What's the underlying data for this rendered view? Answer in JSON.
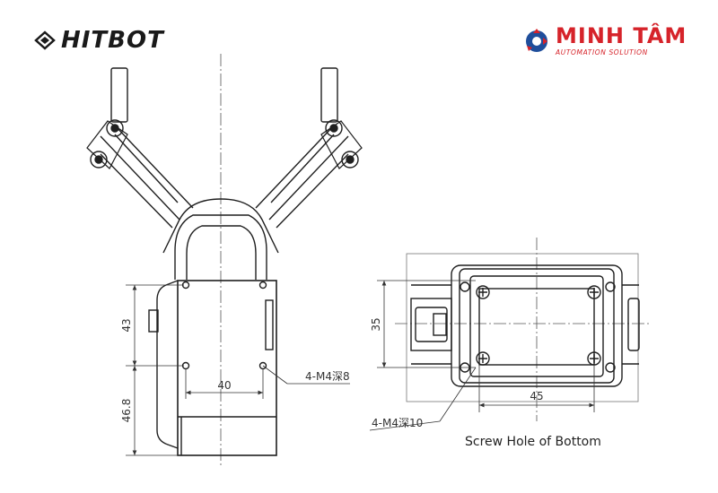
{
  "brand_left": {
    "name": "HITBOT"
  },
  "brand_right": {
    "name": "MINH TÂM",
    "tagline": "AUTOMATION SOLUTION"
  },
  "front_view": {
    "dim_upper": "43",
    "dim_lower": "46.8",
    "dim_width": "40",
    "hole_label": "4-M4深8"
  },
  "bottom_view": {
    "dim_height": "35",
    "dim_width": "45",
    "hole_label": "4-M4深10",
    "caption": "Screw Hole of Bottom"
  },
  "colors": {
    "line": "#1f1f1f",
    "brand_red": "#d6232a",
    "brand_blue": "#1f4e9b"
  }
}
